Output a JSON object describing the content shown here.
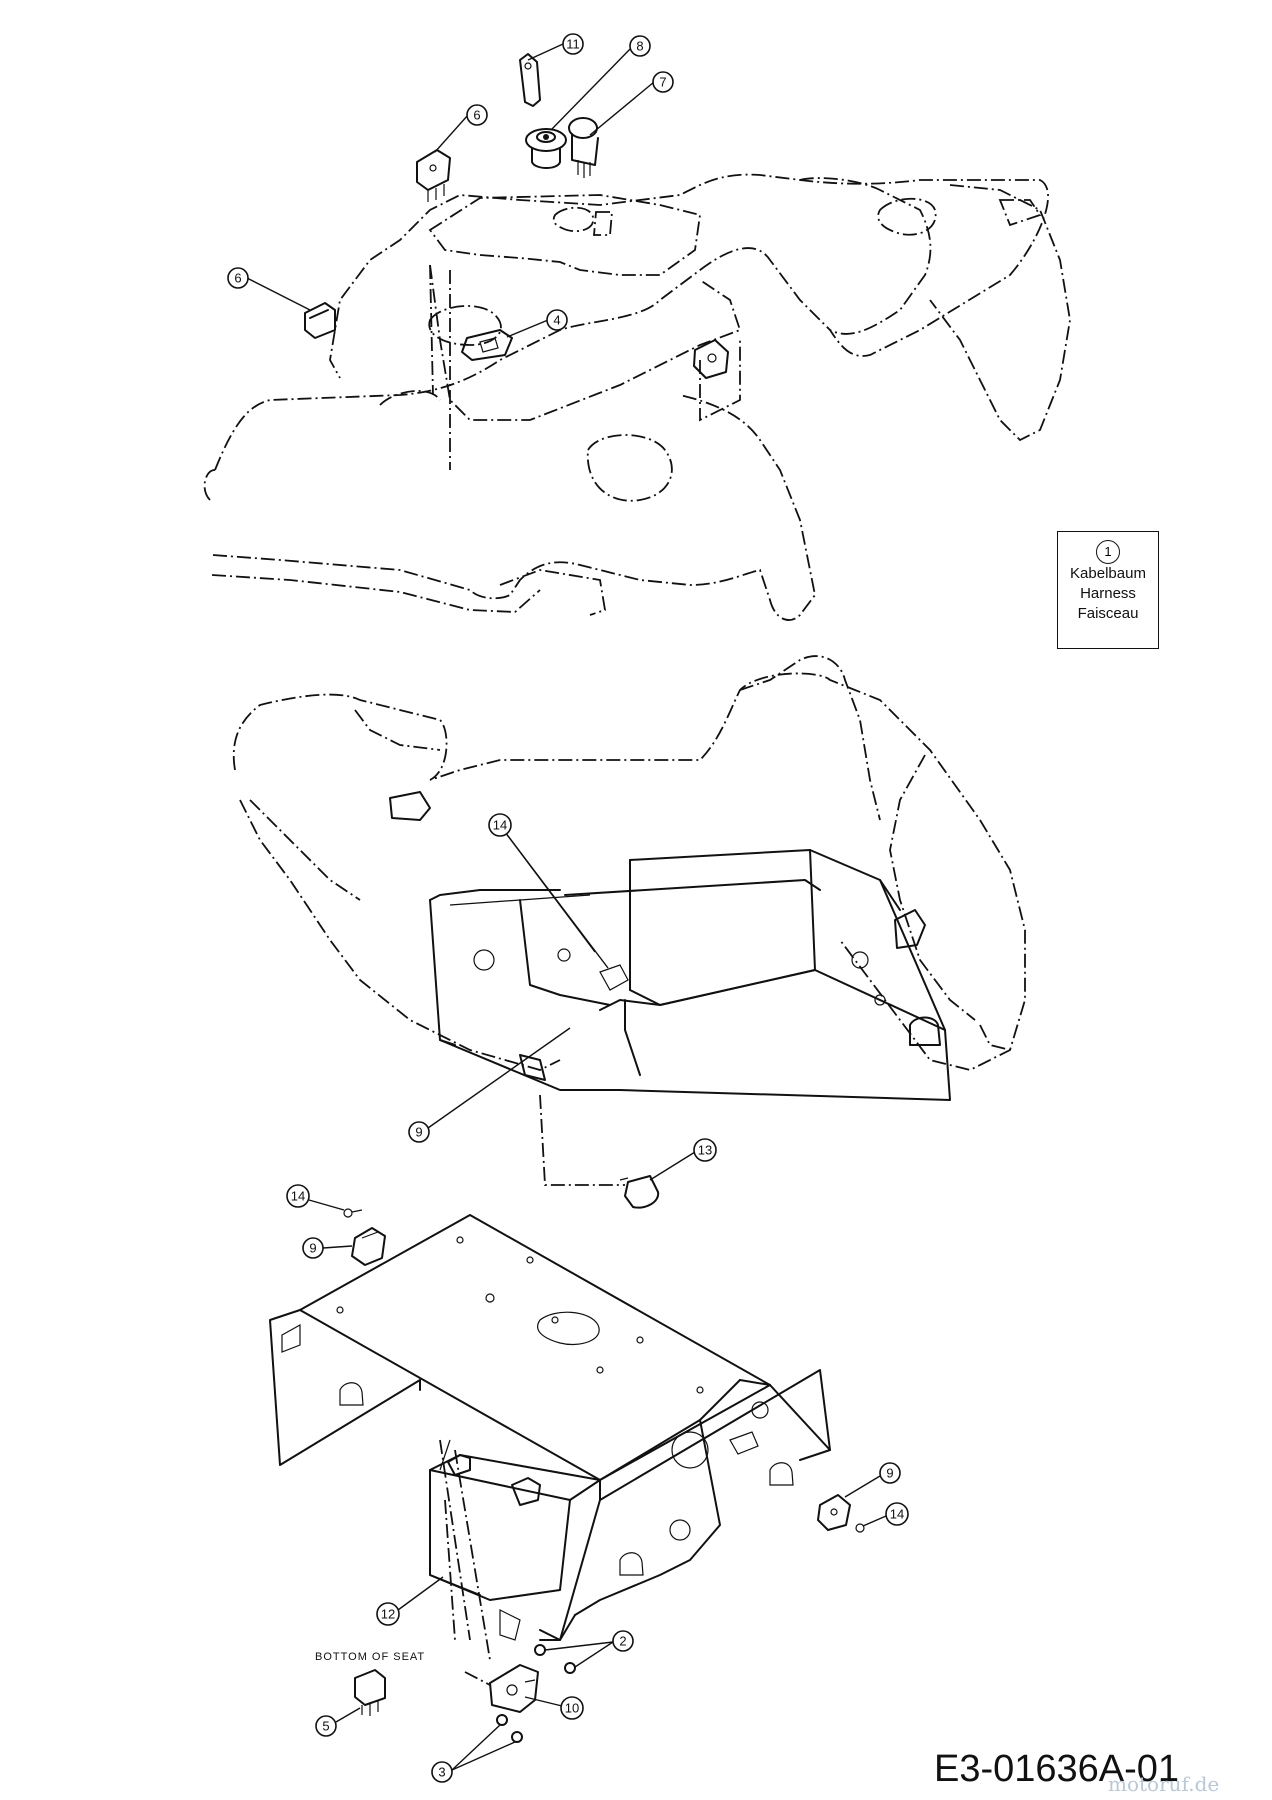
{
  "legend": {
    "number": "1",
    "lines": [
      "Kabelbaum",
      "Harness",
      "Faisceau"
    ]
  },
  "bottom_label": "BOTTOM OF SEAT",
  "drawing_code": "E3-01636A-01",
  "watermark": "motoruf.de",
  "callouts": [
    {
      "id": "c11a",
      "label": "11"
    },
    {
      "id": "c8",
      "label": "8"
    },
    {
      "id": "c7",
      "label": "7"
    },
    {
      "id": "c6a",
      "label": "6"
    },
    {
      "id": "c6b",
      "label": "6"
    },
    {
      "id": "c4",
      "label": "4"
    },
    {
      "id": "c14a",
      "label": "14"
    },
    {
      "id": "c9a",
      "label": "9"
    },
    {
      "id": "c13",
      "label": "13"
    },
    {
      "id": "c14b",
      "label": "14"
    },
    {
      "id": "c9b",
      "label": "9"
    },
    {
      "id": "c9c",
      "label": "9"
    },
    {
      "id": "c14c",
      "label": "14"
    },
    {
      "id": "c12",
      "label": "12"
    },
    {
      "id": "c2",
      "label": "2"
    },
    {
      "id": "c10",
      "label": "10"
    },
    {
      "id": "c5",
      "label": "5"
    },
    {
      "id": "c3",
      "label": "3"
    }
  ]
}
